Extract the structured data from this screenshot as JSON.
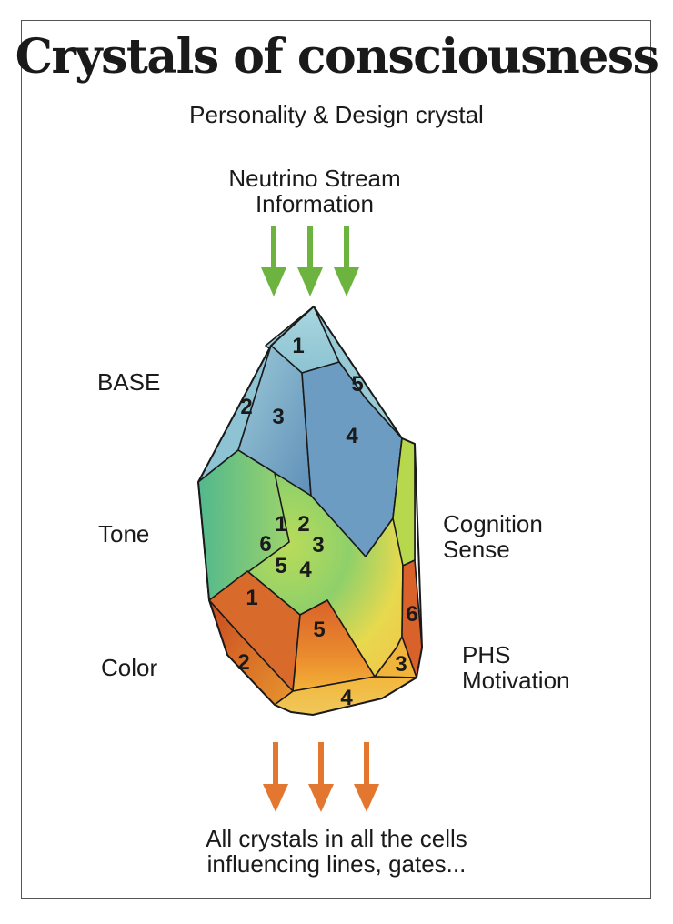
{
  "title": "Crystals of consciousness",
  "subtitle": "Personality & Design crystal",
  "input": {
    "line1": "Neutrino Stream",
    "line2": "Information",
    "arrow_color": "#6db33f"
  },
  "output": {
    "line1": "All crystals in all the cells",
    "line2": "influencing lines, gates...",
    "arrow_color": "#e4772f"
  },
  "side_labels": {
    "base": "BASE",
    "tone": "Tone",
    "color": "Color",
    "cognition_line1": "Cognition",
    "cognition_line2": "Sense",
    "phs_line1": "PHS",
    "phs_line2": "Motivation"
  },
  "crystal": {
    "base_numbers": [
      "1",
      "2",
      "3",
      "4",
      "5"
    ],
    "tone_numbers": [
      "1",
      "2",
      "3",
      "4",
      "5",
      "6"
    ],
    "color_numbers": [
      "1",
      "2",
      "3",
      "4",
      "5",
      "6"
    ]
  }
}
